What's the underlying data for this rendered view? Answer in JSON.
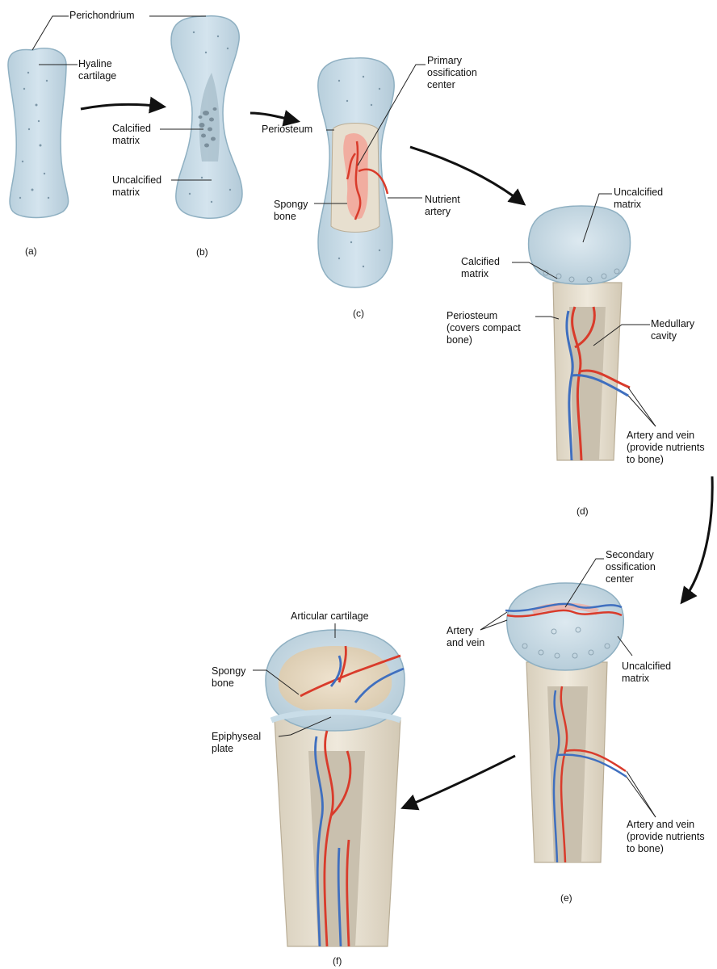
{
  "colors": {
    "cartilage": "#c9dde8",
    "cartilage_edge": "#8fb0c2",
    "bone": "#e7dfcf",
    "bone_edge": "#b9ad96",
    "artery": "#d93b2b",
    "vein": "#3f6fbf",
    "ossification": "#f2a79a",
    "leader": "#222222"
  },
  "panels": {
    "a": {
      "caption": "(a)",
      "labels": {
        "perichondrium": "Perichondrium",
        "hyaline": "Hyaline\ncartilage"
      }
    },
    "b": {
      "caption": "(b)",
      "labels": {
        "calcified": "Calcified\nmatrix",
        "uncalcified": "Uncalcified\nmatrix"
      }
    },
    "c": {
      "caption": "(c)",
      "labels": {
        "primary": "Primary\nossification\ncenter",
        "periosteum": "Periosteum",
        "spongy": "Spongy\nbone",
        "nutrient": "Nutrient\nartery"
      }
    },
    "d": {
      "caption": "(d)",
      "labels": {
        "uncalcified": "Uncalcified\nmatrix",
        "calcified": "Calcified\nmatrix",
        "periosteum": "Periosteum\n(covers compact\nbone)",
        "medullary": "Medullary\ncavity",
        "artery_vein": "Artery and vein\n(provide nutrients\nto bone)"
      }
    },
    "e": {
      "caption": "(e)",
      "labels": {
        "secondary": "Secondary\nossification\ncenter",
        "artery_vein_top": "Artery\nand vein",
        "uncalcified": "Uncalcified\nmatrix",
        "artery_vein": "Artery and vein\n(provide nutrients\nto bone)"
      }
    },
    "f": {
      "caption": "(f)",
      "labels": {
        "articular": "Articular cartilage",
        "spongy": "Spongy\nbone",
        "epiphyseal": "Epiphyseal\nplate"
      }
    }
  }
}
